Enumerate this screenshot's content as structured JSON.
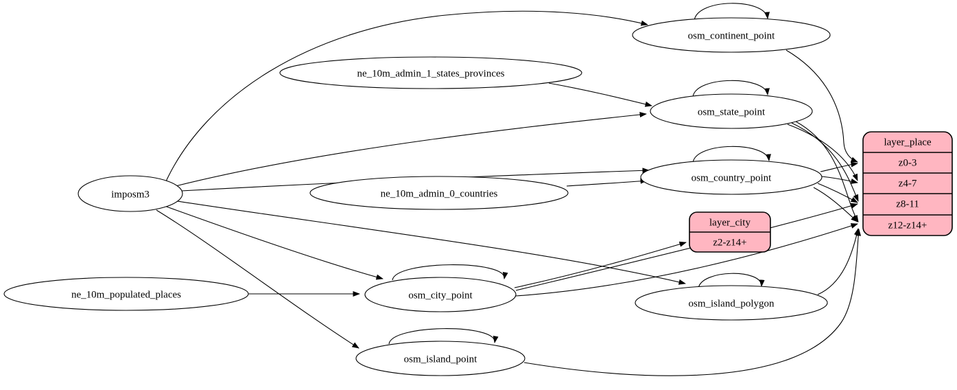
{
  "diagram": {
    "colors": {
      "record_fill": "#ffb6c1",
      "node_fill": "#ffffff",
      "stroke": "#000000",
      "background": "#ffffff"
    },
    "nodes": {
      "imposm3": "imposm3",
      "ne_states": "ne_10m_admin_1_states_provinces",
      "ne_countries": "ne_10m_admin_0_countries",
      "ne_places": "ne_10m_populated_places",
      "continent": "osm_continent_point",
      "state": "osm_state_point",
      "country": "osm_country_point",
      "city": "osm_city_point",
      "island_polygon": "osm_island_polygon",
      "island_point": "osm_island_point"
    },
    "records": {
      "layer_place": {
        "title": "layer_place",
        "rows": [
          "z0-3",
          "z4-7",
          "z8-11",
          "z12-z14+"
        ]
      },
      "layer_city": {
        "title": "layer_city",
        "rows": [
          "z2-z14+"
        ]
      }
    }
  }
}
